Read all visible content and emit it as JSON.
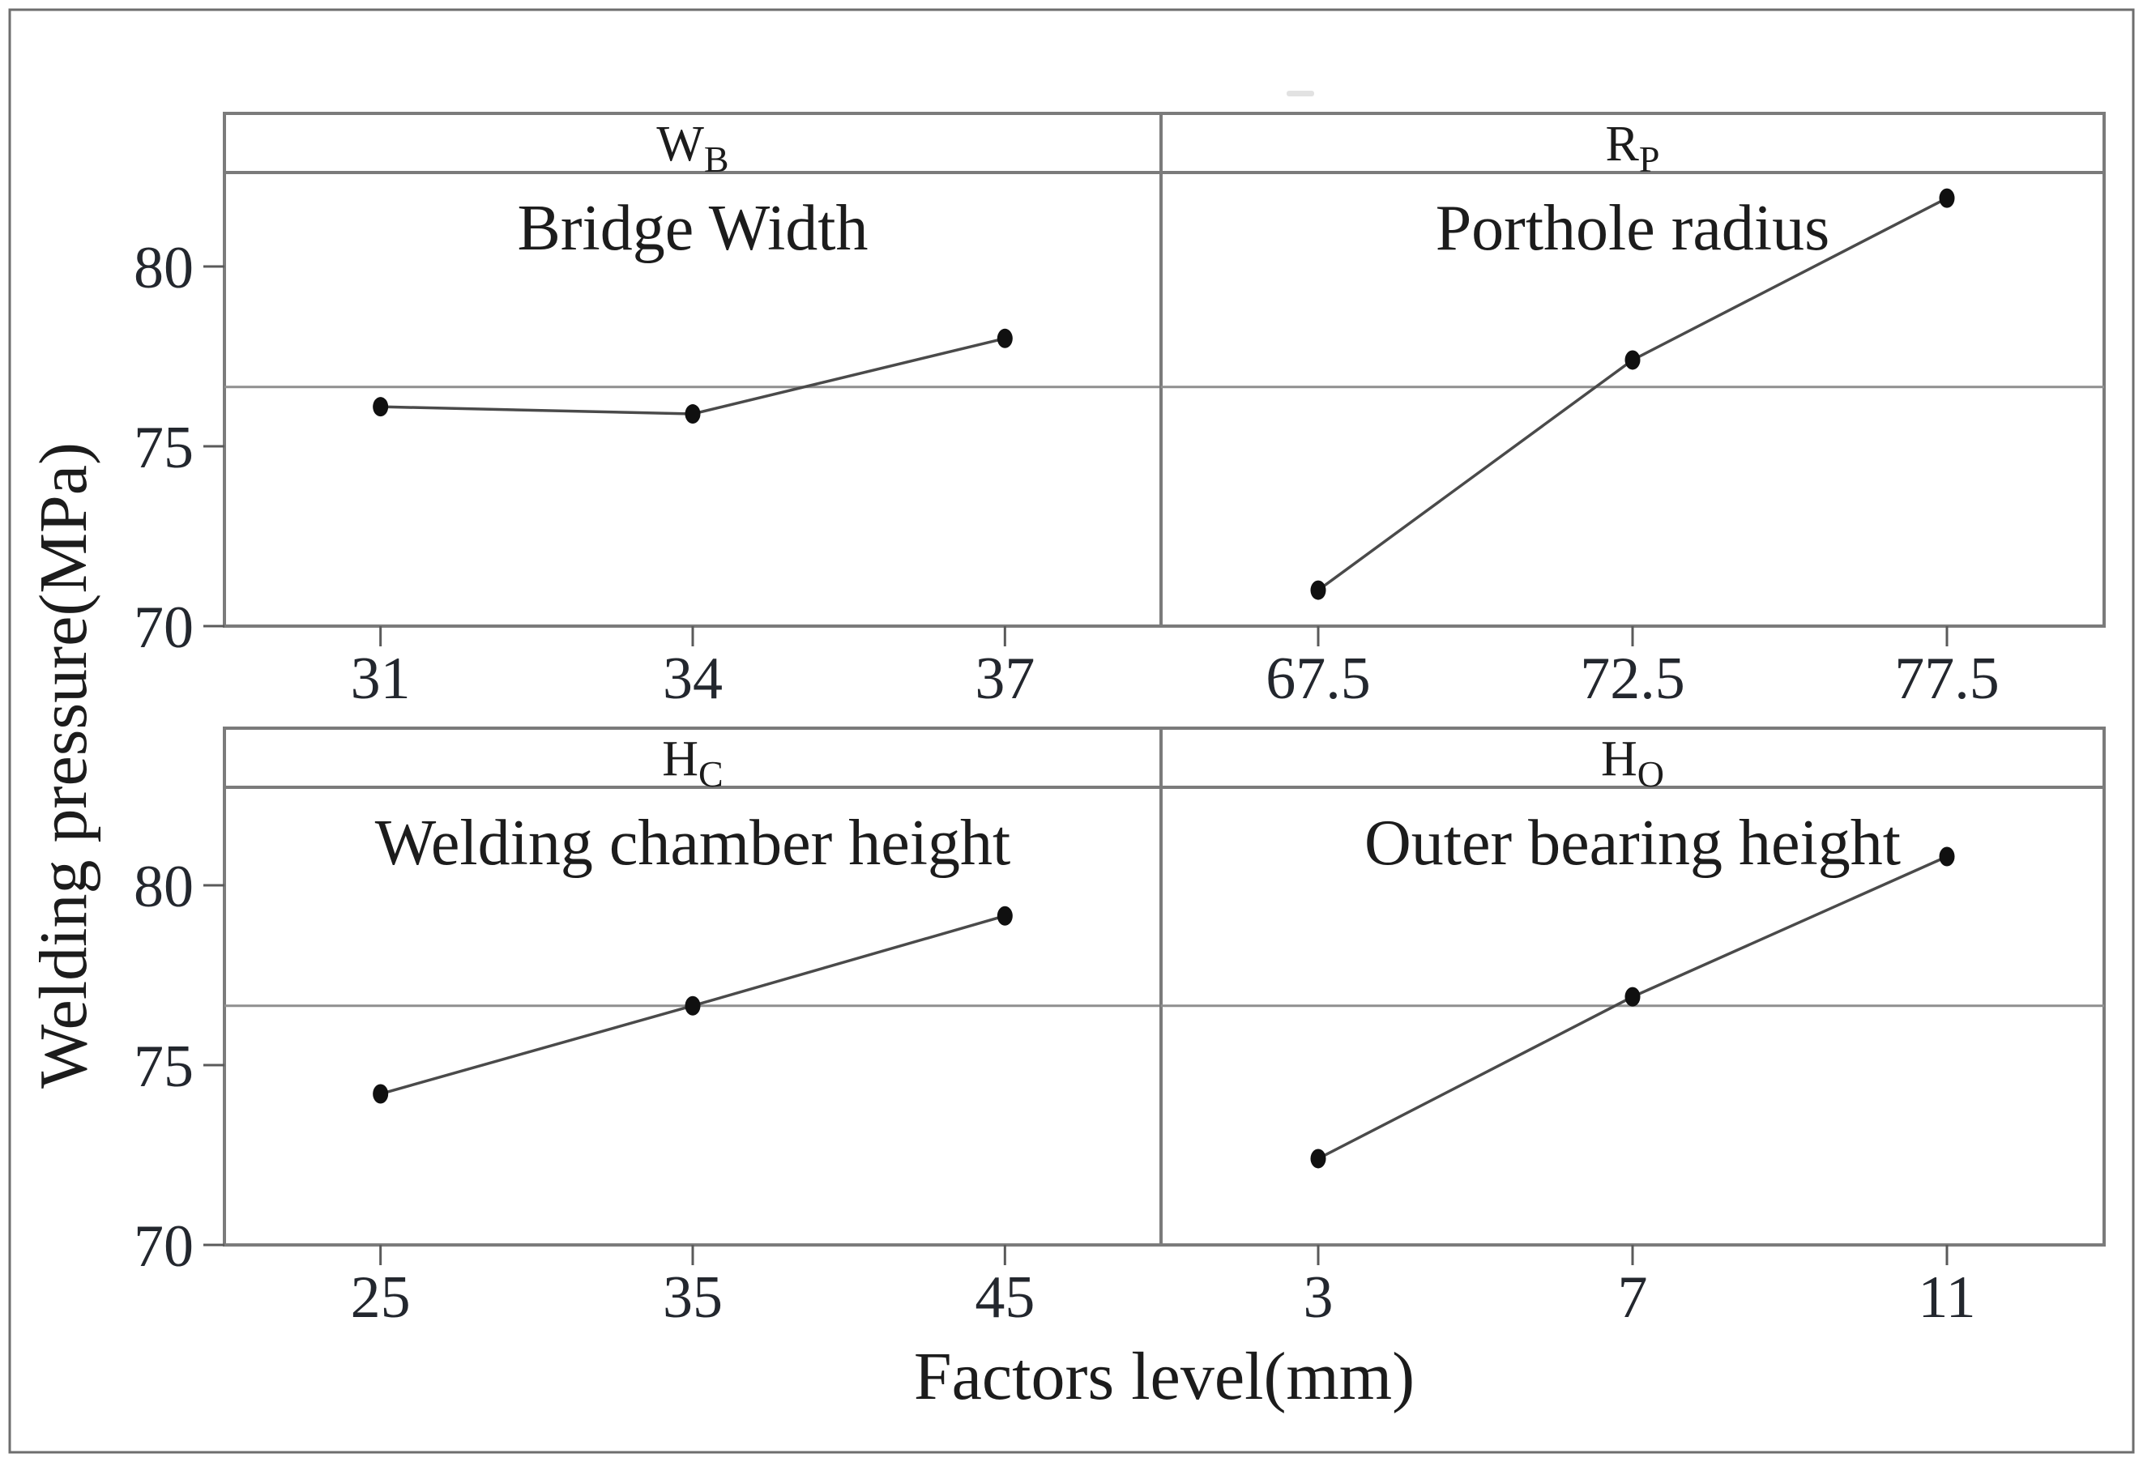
{
  "chart_data": {
    "type": "line",
    "xlabel": "Factors level(mm)",
    "ylabel": "Welding pressure(MPa)",
    "y_ticks": [
      "80",
      "75",
      "70"
    ],
    "y_tick_values": [
      80,
      75,
      70
    ],
    "y_range": [
      70,
      82.6
    ],
    "grand_mean_line": 76.65,
    "legend_position": "none",
    "grid": "reference-line-only",
    "panels": [
      {
        "symbol_main": "W",
        "symbol_sub": "B",
        "title": "Bridge Width",
        "row": 0,
        "col": 0,
        "x_labels": [
          "31",
          "34",
          "37"
        ],
        "x": [
          31,
          34,
          37
        ],
        "values": [
          76.1,
          75.9,
          78.0
        ]
      },
      {
        "symbol_main": "R",
        "symbol_sub": "P",
        "title": "Porthole radius",
        "row": 0,
        "col": 1,
        "x_labels": [
          "67.5",
          "72.5",
          "77.5"
        ],
        "x": [
          67.5,
          72.5,
          77.5
        ],
        "values": [
          71.0,
          77.4,
          81.9
        ]
      },
      {
        "symbol_main": "H",
        "symbol_sub": "C",
        "title": "Welding chamber height",
        "row": 1,
        "col": 0,
        "x_labels": [
          "25",
          "35",
          "45"
        ],
        "x": [
          25,
          35,
          45
        ],
        "values": [
          74.2,
          76.65,
          79.15
        ]
      },
      {
        "symbol_main": "H",
        "symbol_sub": "O",
        "title": "Outer bearing height",
        "row": 1,
        "col": 1,
        "x_labels": [
          "3",
          "7",
          "11"
        ],
        "x": [
          3,
          7,
          11
        ],
        "values": [
          72.4,
          76.9,
          80.8
        ]
      }
    ],
    "colors": {
      "marker": "#101010",
      "series_line": "#4a4a4a",
      "panel_border": "#7b7b7b",
      "reference_line": "#8f8f8f",
      "text": "#1c1c1c"
    }
  }
}
